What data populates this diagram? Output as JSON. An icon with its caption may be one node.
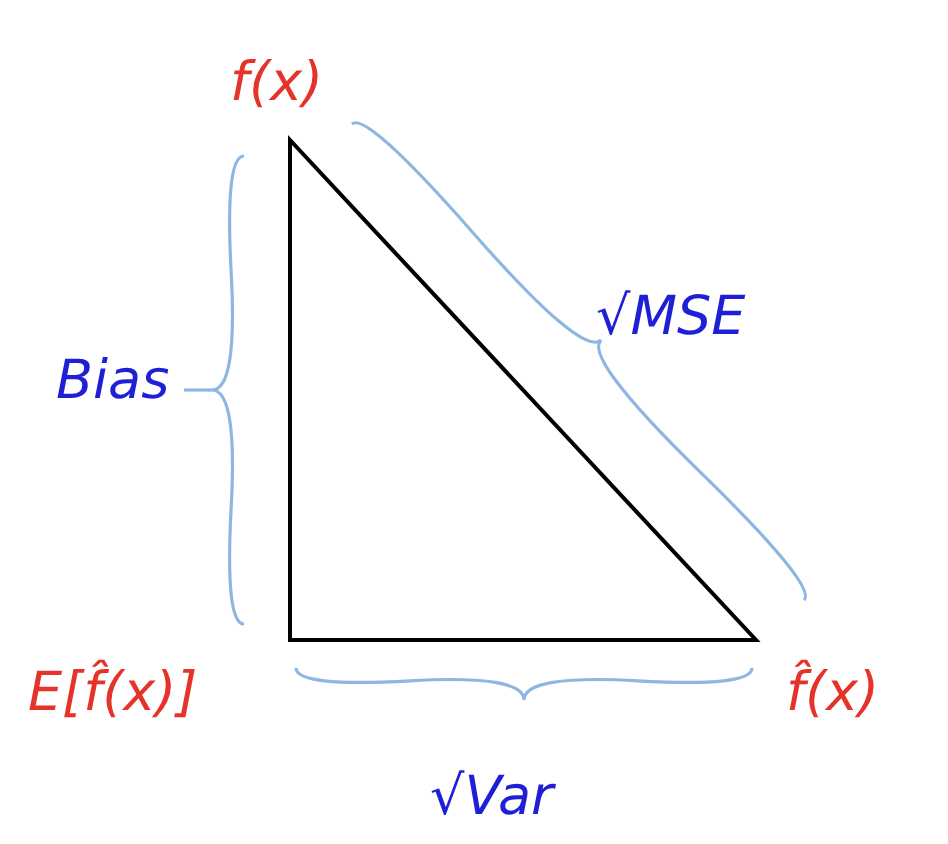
{
  "diagram": {
    "labels": [
      "f(x)",
      "Bias",
      "√MSE",
      "E[f̂(x)]",
      "f̂(x)",
      "√Var"
    ]
  }
}
